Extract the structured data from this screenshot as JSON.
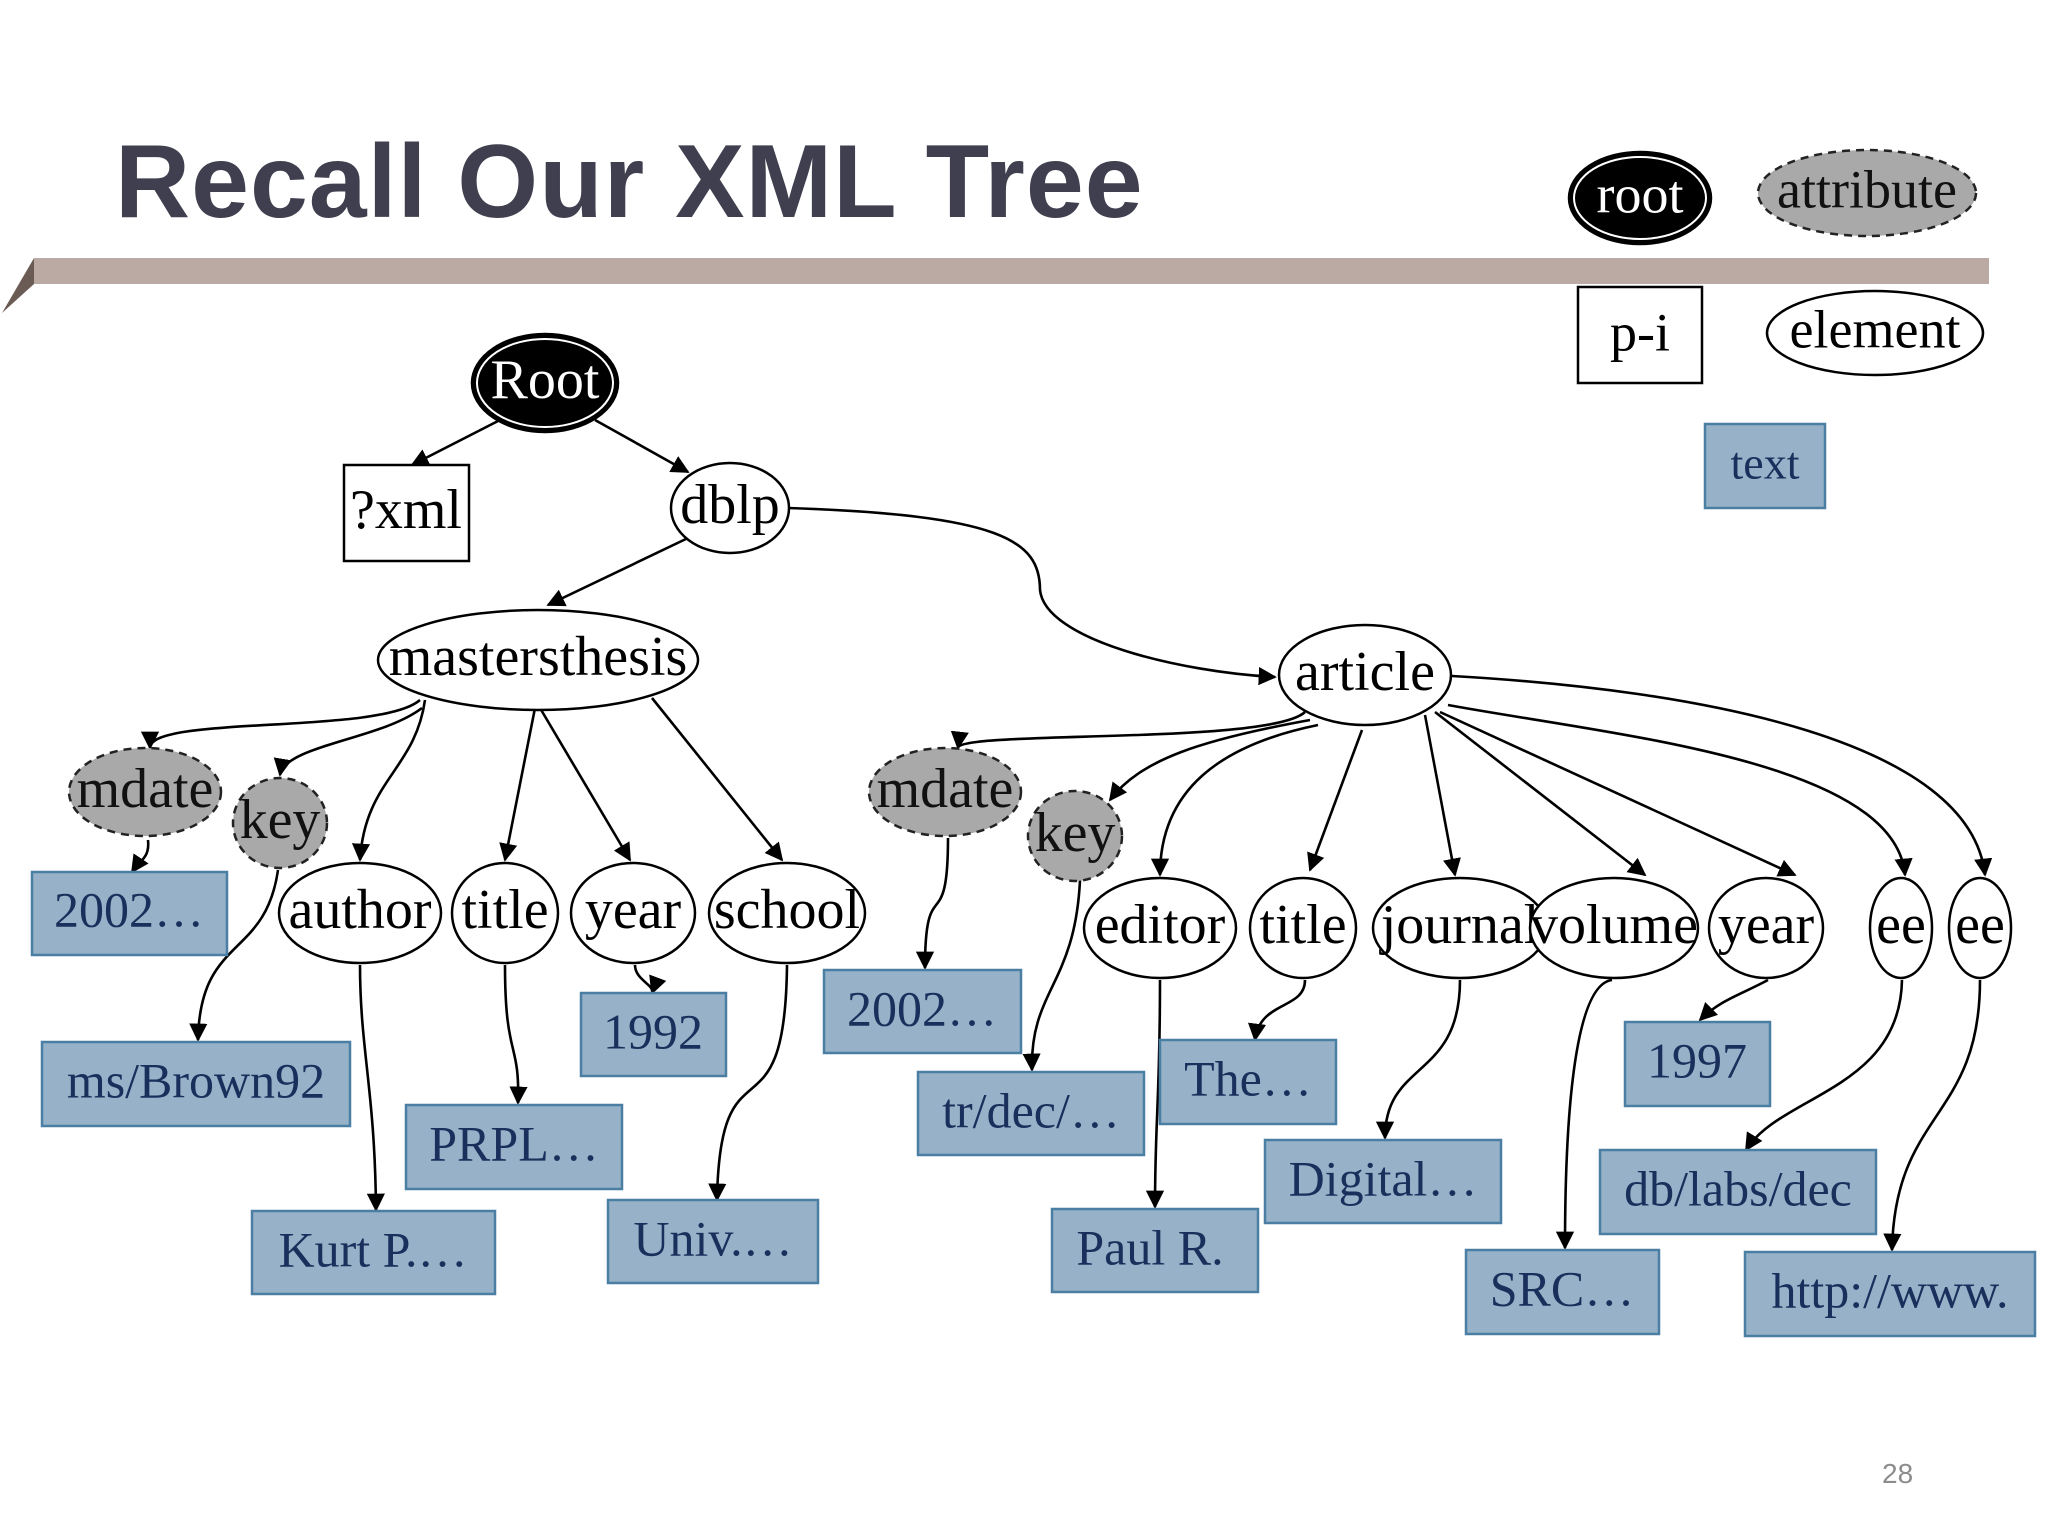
{
  "slide": {
    "title": "Recall Our XML Tree",
    "page_number": "28"
  },
  "legend": {
    "root": "root",
    "attribute": "attribute",
    "pi": "p-i",
    "element": "element",
    "text": "text"
  },
  "nodes": {
    "root": "Root",
    "xml_pi": "?xml",
    "dblp": "dblp",
    "mastersthesis": "mastersthesis",
    "article": "article",
    "mt_mdate": "mdate",
    "mt_key": "key",
    "mt_author": "author",
    "mt_title": "title",
    "mt_year": "year",
    "mt_school": "school",
    "ar_mdate": "mdate",
    "ar_key": "key",
    "ar_editor": "editor",
    "ar_title": "title",
    "ar_journal": "journal",
    "ar_volume": "volume",
    "ar_year": "year",
    "ar_ee1": "ee",
    "ar_ee2": "ee"
  },
  "texts": {
    "mt_mdate_val": "2002…",
    "mt_key_val": "ms/Brown92",
    "mt_author_val": "Kurt P.…",
    "mt_title_val": "PRPL…",
    "mt_year_val": "1992",
    "mt_school_val": "Univ.…",
    "ar_mdate_val": "2002…",
    "ar_key_val": "tr/dec/…",
    "ar_editor_val": "Paul R.",
    "ar_title_val": "The…",
    "ar_journal_val": "Digital…",
    "ar_volume_val": "SRC…",
    "ar_year_val": "1997",
    "ar_ee1_val": "db/labs/dec",
    "ar_ee2_val": "http://www."
  },
  "colors": {
    "title": "#3f3f4f",
    "divider": "#bba9a3",
    "text_box_fill": "#97b2c8",
    "text_box_stroke": "#4a7fa3",
    "text_box_font": "#1b2f5c",
    "attribute_fill": "#a9a9a9",
    "root_fill": "#000000"
  }
}
